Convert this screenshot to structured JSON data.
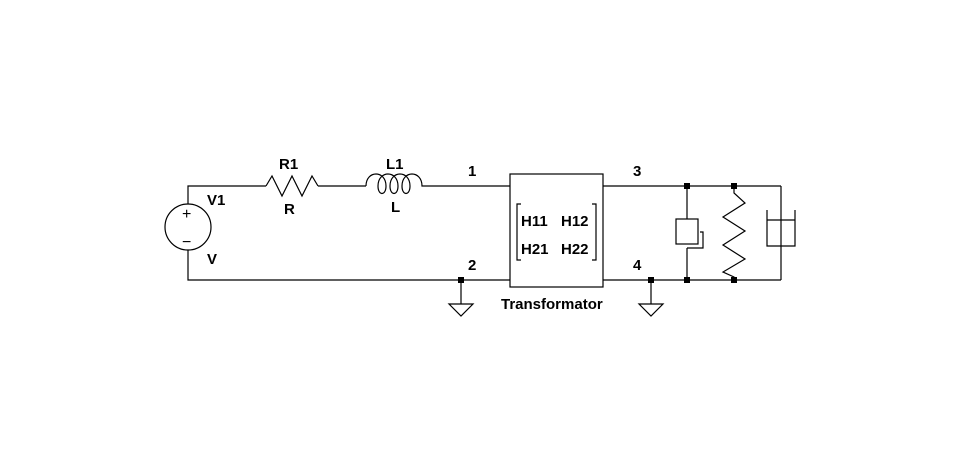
{
  "source": {
    "name": "V1",
    "value": "V",
    "plus_symbol": "+",
    "minus_symbol": "−"
  },
  "resistor": {
    "name": "R1",
    "value": "R"
  },
  "inductor": {
    "name": "L1",
    "value": "L"
  },
  "nodes": {
    "n1": "1",
    "n2": "2",
    "n3": "3",
    "n4": "4"
  },
  "twoport": {
    "label": "Transformator",
    "h11": "H11",
    "h12": "H12",
    "h21": "H21",
    "h22": "H22"
  },
  "colors": {
    "line": "#000000",
    "background": "#ffffff"
  },
  "icons": {
    "ground": "ground-icon",
    "damper": "damper-icon",
    "spring": "spring-icon",
    "mass": "mass-icon"
  }
}
